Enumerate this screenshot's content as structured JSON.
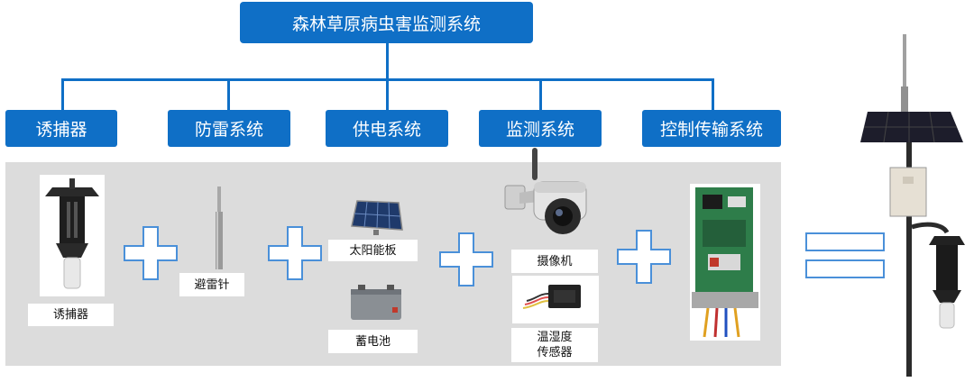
{
  "title": "森林草原病虫害监测系统",
  "categories": [
    "诱捕器",
    "防雷系统",
    "供电系统",
    "监测系统",
    "控制传输系统"
  ],
  "components": {
    "trap": "诱捕器",
    "lightning_rod": "避雷针",
    "solar_panel": "太阳能板",
    "battery": "蓄电池",
    "camera": "摄像机",
    "sensor_line1": "温湿度",
    "sensor_line2": "传感器"
  },
  "colors": {
    "accent": "#0f6fc6",
    "panel": "#dcdcdc",
    "plus_outline": "#4a90d9"
  }
}
